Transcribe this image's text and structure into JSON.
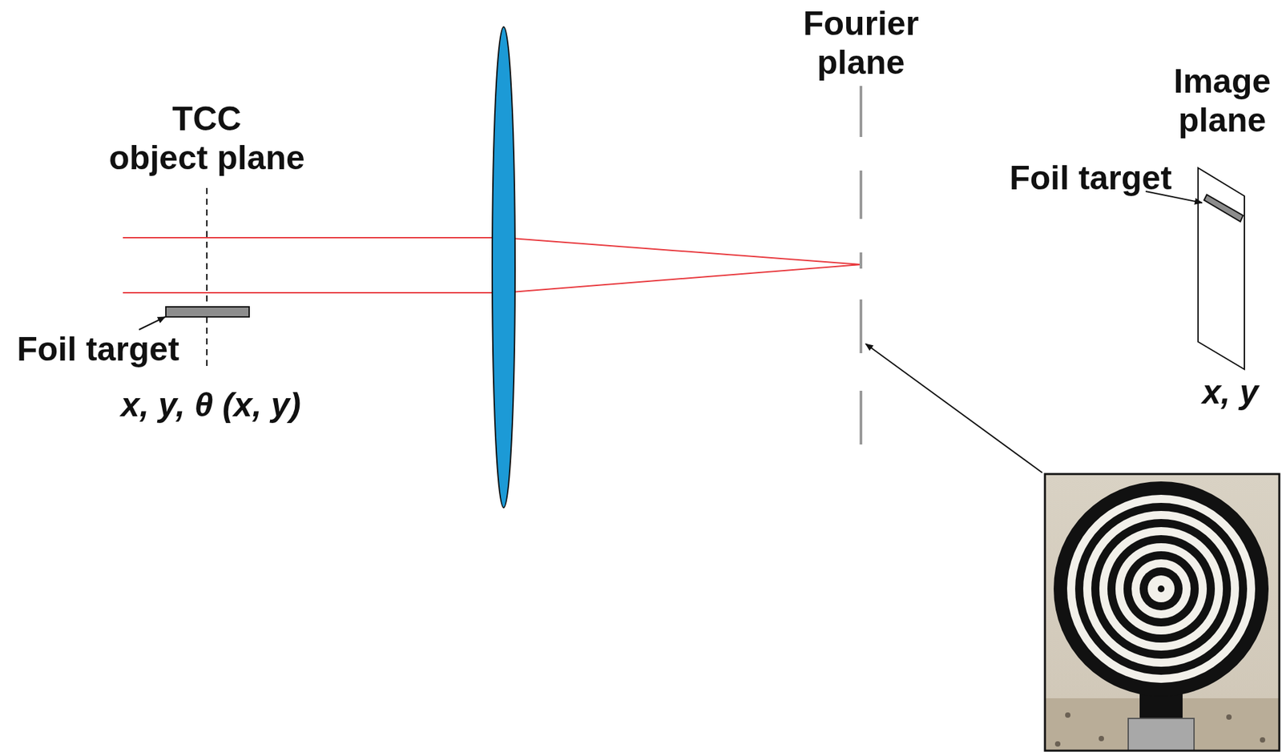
{
  "diagram": {
    "labels": [
      "TCC object plane",
      "Foil target",
      "x, y, θ (x, y)",
      "Fourier plane",
      "Image plane",
      "Foil target",
      "x, y"
    ]
  }
}
